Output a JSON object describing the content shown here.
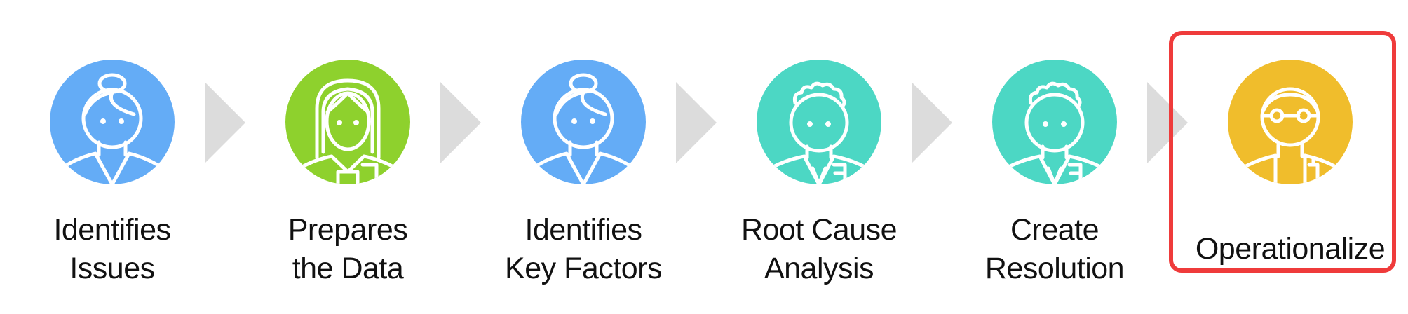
{
  "steps": [
    {
      "line1": "Identifies",
      "line2": "Issues",
      "color": "#64acf6",
      "icon": "woman-bun-icon"
    },
    {
      "line1": "Prepares",
      "line2": "the Data",
      "color": "#8ed12d",
      "icon": "woman-long-hair-icon"
    },
    {
      "line1": "Identifies",
      "line2": "Key Factors",
      "color": "#64acf6",
      "icon": "woman-bun-icon"
    },
    {
      "line1": "Root Cause",
      "line2": "Analysis",
      "color": "#4cd7c4",
      "icon": "man-curly-hair-icon"
    },
    {
      "line1": "Create",
      "line2": "Resolution",
      "color": "#4cd7c4",
      "icon": "man-curly-hair-icon"
    },
    {
      "line1": "Operationalize",
      "line2": "",
      "color": "#f0bd2c",
      "icon": "man-glasses-icon"
    }
  ],
  "arrow_color": "#dcdcdc",
  "highlight_color": "#ef3b3b"
}
